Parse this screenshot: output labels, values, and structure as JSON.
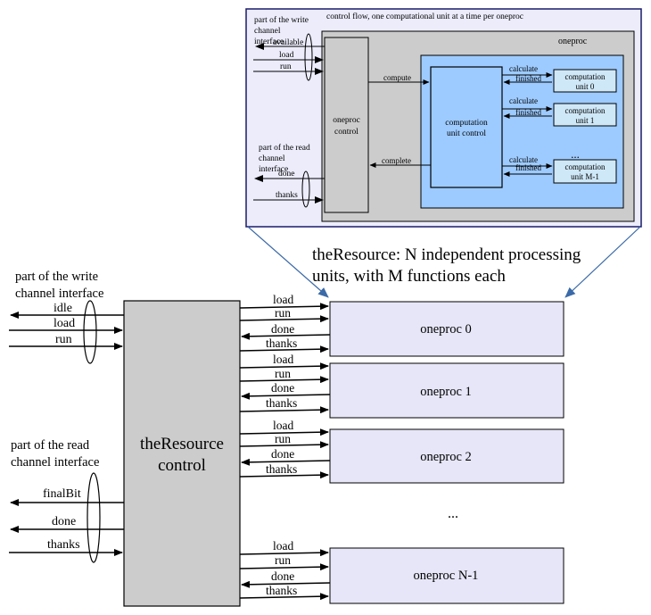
{
  "colors": {
    "inset_bg": "#ececfb",
    "oneproc_bg": "#cccccc",
    "oneproc_control_bg": "#cccccc",
    "blue_region": "#9dcbff",
    "cu_control_bg": "#9dcbff",
    "comp_unit_bg": "#cfe8f7",
    "main_control_bg": "#cccccc",
    "oneproc_box_bg": "#e6e6f8",
    "arrow_blue": "#3b6aa8"
  },
  "inset": {
    "title": "control flow, one computational unit at a time per oneproc",
    "oneproc_label": "oneproc",
    "write_iface_label": [
      "part of the write",
      "channel",
      "interface"
    ],
    "write_signals": [
      "available",
      "load",
      "run"
    ],
    "read_iface_label": [
      "part of the read",
      "channel",
      "interface"
    ],
    "read_signals": [
      "done",
      "thanks"
    ],
    "oneproc_control_label": [
      "oneproc",
      "control"
    ],
    "compute_label": "compute",
    "complete_label": "complete",
    "cu_control_label": [
      "computation",
      "unit control"
    ],
    "calc_label": "calculate",
    "finished_label": "finished",
    "units": [
      [
        "computation",
        "unit 0"
      ],
      [
        "computation",
        "unit 1"
      ],
      [
        "computation",
        "unit M-1"
      ]
    ],
    "dots": "..."
  },
  "caption": [
    "theResource: N independent processing",
    "units, with M functions each"
  ],
  "main": {
    "write_iface_label": [
      "part of the write",
      "channel interface"
    ],
    "write_signals": [
      "idle",
      "load",
      "run"
    ],
    "read_iface_label": [
      "part of the read",
      "channel interface"
    ],
    "read_signals": [
      "finalBit",
      "done",
      "thanks"
    ],
    "control_label": [
      "theResource",
      "control"
    ],
    "proc_signals": [
      "load",
      "run",
      "done",
      "thanks"
    ],
    "procs": [
      "oneproc 0",
      "oneproc 1",
      "oneproc 2",
      "oneproc N-1"
    ],
    "dots": "..."
  }
}
